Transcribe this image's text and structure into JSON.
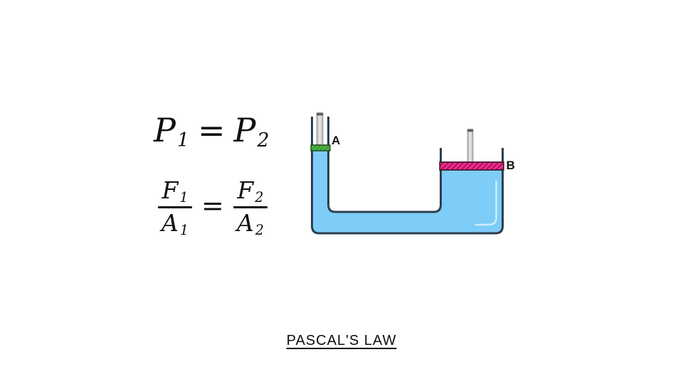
{
  "formulas": {
    "pressure": {
      "left_symbol": "P",
      "left_subscript": "1",
      "equals": "=",
      "right_symbol": "P",
      "right_subscript": "2"
    },
    "force_area": {
      "left": {
        "num_symbol": "F",
        "num_subscript": "1",
        "den_symbol": "A",
        "den_subscript": "1"
      },
      "equals": "=",
      "right": {
        "num_symbol": "F",
        "num_subscript": "2",
        "den_symbol": "A",
        "den_subscript": "2"
      }
    }
  },
  "diagram": {
    "label_small_piston": "A",
    "label_large_piston": "B",
    "colors": {
      "liquid": "#7dcdf8",
      "outline": "#2e3e4e",
      "piston_a_fill": "#4db848",
      "piston_a_stripe": "#2f8f33",
      "piston_a_border": "#234d20",
      "piston_b_fill": "#f0338f",
      "piston_b_stripe": "#bc0f64",
      "piston_b_border": "#441b33",
      "rod_light": "#e2e2e2",
      "rod_dark": "#9c9c9c",
      "rod_cap": "#5f5f5f",
      "liquid_highlight": "#cdeefb",
      "label_color": "#111111"
    }
  },
  "title": {
    "text": "PASCAL'S LAW"
  }
}
